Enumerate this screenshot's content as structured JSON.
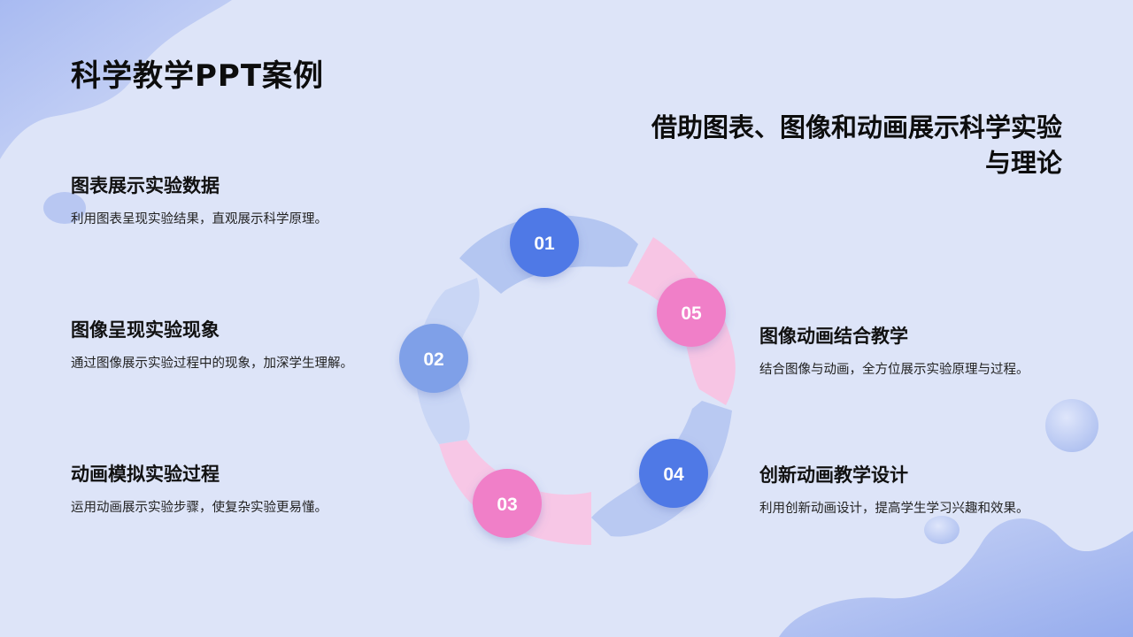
{
  "title": "科学教学PPT案例",
  "subtitle": "借助图表、图像和动画展示科学实验与理论",
  "colors": {
    "blue": "#4f79e6",
    "blue_light": "#7fa0e8",
    "pink": "#f07fc8",
    "background": "#dde4f8"
  },
  "items": [
    {
      "title": "图表展示实验数据",
      "desc": "利用图表呈现实验结果，直观展示科学原理。"
    },
    {
      "title": "图像呈现实验现象",
      "desc": "通过图像展示实验过程中的现象，加深学生理解。"
    },
    {
      "title": "动画模拟实验过程",
      "desc": "运用动画展示实验步骤，使复杂实验更易懂。"
    },
    {
      "title": "图像动画结合教学",
      "desc": "结合图像与动画，全方位展示实验原理与过程。"
    },
    {
      "title": "创新动画教学设计",
      "desc": "利用创新动画设计，提高学生学习兴趣和效果。"
    }
  ],
  "steps": [
    "01",
    "02",
    "03",
    "04",
    "05"
  ]
}
